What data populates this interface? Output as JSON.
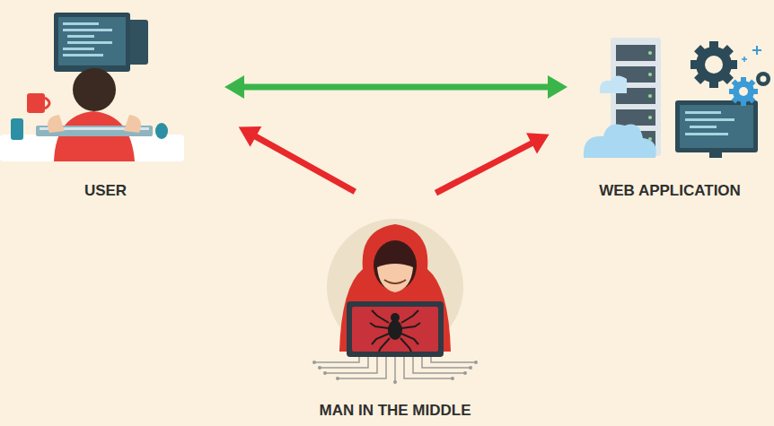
{
  "diagram": {
    "nodes": [
      {
        "text": [
          "USER"
        ]
      },
      {
        "text": [
          "WEB APPLICATION"
        ]
      },
      {
        "text": [
          "MAN IN THE MIDDLE"
        ]
      }
    ],
    "edges": [
      {
        "from": 0,
        "to": 1,
        "arrow": "both"
      },
      {
        "from": 2,
        "to": 0,
        "arrow": "to"
      },
      {
        "from": 2,
        "to": 1,
        "arrow": "to"
      }
    ]
  }
}
